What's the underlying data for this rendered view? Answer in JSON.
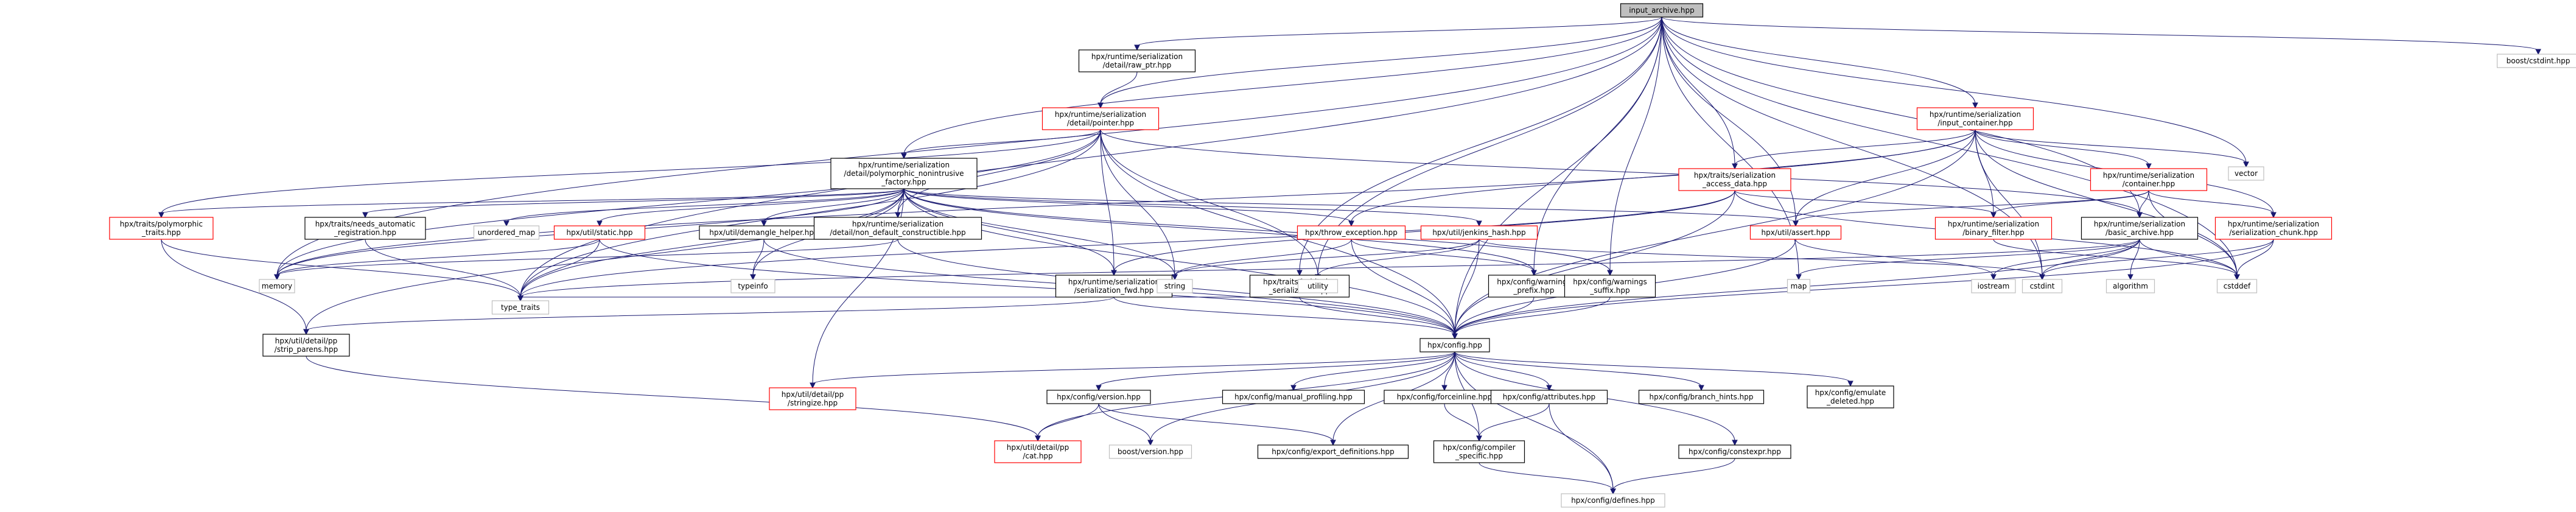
{
  "colors": {
    "edge": "#191970",
    "root_fill": "#bfbfbf",
    "box_stroke_black": "#000000",
    "box_stroke_red": "#ff0000",
    "box_stroke_gray": "#bfbfbf",
    "leaf_text": "#000000"
  },
  "graph": {
    "nodes": [
      {
        "id": "root",
        "lines": [
          "input_archive.hpp"
        ],
        "style": "root"
      },
      {
        "id": "raw_ptr",
        "lines": [
          "hpx/runtime/serialization",
          "/detail/raw_ptr.hpp"
        ],
        "style": "black"
      },
      {
        "id": "pointer",
        "lines": [
          "hpx/runtime/serialization",
          "/detail/pointer.hpp"
        ],
        "style": "red"
      },
      {
        "id": "input_container",
        "lines": [
          "hpx/runtime/serialization",
          "/input_container.hpp"
        ],
        "style": "red"
      },
      {
        "id": "vector",
        "lines": [
          "vector"
        ],
        "style": "gray"
      },
      {
        "id": "boost_cstdint",
        "lines": [
          "boost/cstdint.hpp"
        ],
        "style": "gray"
      },
      {
        "id": "poly_nonintrusive",
        "lines": [
          "hpx/runtime/serialization",
          "/detail/polymorphic_nonintrusive",
          "_factory.hpp"
        ],
        "style": "black"
      },
      {
        "id": "access_data",
        "lines": [
          "hpx/traits/serialization",
          "_access_data.hpp"
        ],
        "style": "red"
      },
      {
        "id": "container",
        "lines": [
          "hpx/runtime/serialization",
          "/container.hpp"
        ],
        "style": "red"
      },
      {
        "id": "poly_traits",
        "lines": [
          "hpx/traits/polymorphic",
          "_traits.hpp"
        ],
        "style": "red"
      },
      {
        "id": "needs_auto_reg",
        "lines": [
          "hpx/traits/needs_automatic",
          "_registration.hpp"
        ],
        "style": "black"
      },
      {
        "id": "unordered_map",
        "lines": [
          "unordered_map"
        ],
        "style": "gray"
      },
      {
        "id": "util_static",
        "lines": [
          "hpx/util/static.hpp"
        ],
        "style": "red"
      },
      {
        "id": "demangle",
        "lines": [
          "hpx/util/demangle_helper.hpp"
        ],
        "style": "black"
      },
      {
        "id": "non_default",
        "lines": [
          "hpx/runtime/serialization",
          "/detail/non_default_constructible.hpp"
        ],
        "style": "black"
      },
      {
        "id": "throw_exception",
        "lines": [
          "hpx/throw_exception.hpp"
        ],
        "style": "red"
      },
      {
        "id": "jenkins_hash",
        "lines": [
          "hpx/util/jenkins_hash.hpp"
        ],
        "style": "red"
      },
      {
        "id": "util_assert",
        "lines": [
          "hpx/util/assert.hpp"
        ],
        "style": "red"
      },
      {
        "id": "binary_filter",
        "lines": [
          "hpx/runtime/serialization",
          "/binary_filter.hpp"
        ],
        "style": "red"
      },
      {
        "id": "basic_archive",
        "lines": [
          "hpx/runtime/serialization",
          "/basic_archive.hpp"
        ],
        "style": "black"
      },
      {
        "id": "serialization_chunk",
        "lines": [
          "hpx/runtime/serialization",
          "/serialization_chunk.hpp"
        ],
        "style": "red"
      },
      {
        "id": "memory",
        "lines": [
          "memory"
        ],
        "style": "gray"
      },
      {
        "id": "typeinfo",
        "lines": [
          "typeinfo"
        ],
        "style": "gray"
      },
      {
        "id": "serialization_fwd",
        "lines": [
          "hpx/runtime/serialization",
          "/serialization_fwd.hpp"
        ],
        "style": "black"
      },
      {
        "id": "string",
        "lines": [
          "string"
        ],
        "style": "gray"
      },
      {
        "id": "is_bitwise",
        "lines": [
          "hpx/traits/is_bitwise",
          "_serializable.hpp"
        ],
        "style": "black"
      },
      {
        "id": "utility",
        "lines": [
          "utility"
        ],
        "style": "gray"
      },
      {
        "id": "warnings_prefix",
        "lines": [
          "hpx/config/warnings",
          "_prefix.hpp"
        ],
        "style": "black"
      },
      {
        "id": "warnings_suffix",
        "lines": [
          "hpx/config/warnings",
          "_suffix.hpp"
        ],
        "style": "black"
      },
      {
        "id": "map",
        "lines": [
          "map"
        ],
        "style": "gray"
      },
      {
        "id": "cstdint",
        "lines": [
          "cstdint"
        ],
        "style": "gray"
      },
      {
        "id": "iostream",
        "lines": [
          "iostream"
        ],
        "style": "gray"
      },
      {
        "id": "algorithm",
        "lines": [
          "algorithm"
        ],
        "style": "gray"
      },
      {
        "id": "cstddef",
        "lines": [
          "cstddef"
        ],
        "style": "gray"
      },
      {
        "id": "type_traits",
        "lines": [
          "type_traits"
        ],
        "style": "gray"
      },
      {
        "id": "strip_parens",
        "lines": [
          "hpx/util/detail/pp",
          "/strip_parens.hpp"
        ],
        "style": "black"
      },
      {
        "id": "config",
        "lines": [
          "hpx/config.hpp"
        ],
        "style": "black"
      },
      {
        "id": "stringize",
        "lines": [
          "hpx/util/detail/pp",
          "/stringize.hpp"
        ],
        "style": "red"
      },
      {
        "id": "config_version",
        "lines": [
          "hpx/config/version.hpp"
        ],
        "style": "black"
      },
      {
        "id": "manual_profiling",
        "lines": [
          "hpx/config/manual_profiling.hpp"
        ],
        "style": "black"
      },
      {
        "id": "forceinline",
        "lines": [
          "hpx/config/forceinline.hpp"
        ],
        "style": "black"
      },
      {
        "id": "attributes",
        "lines": [
          "hpx/config/attributes.hpp"
        ],
        "style": "black"
      },
      {
        "id": "branch_hints",
        "lines": [
          "hpx/config/branch_hints.hpp"
        ],
        "style": "black"
      },
      {
        "id": "emulate_deleted",
        "lines": [
          "hpx/config/emulate",
          "_deleted.hpp"
        ],
        "style": "black"
      },
      {
        "id": "cat",
        "lines": [
          "hpx/util/detail/pp",
          "/cat.hpp"
        ],
        "style": "red"
      },
      {
        "id": "boost_version",
        "lines": [
          "boost/version.hpp"
        ],
        "style": "gray"
      },
      {
        "id": "export_definitions",
        "lines": [
          "hpx/config/export_definitions.hpp"
        ],
        "style": "black"
      },
      {
        "id": "compiler_specific",
        "lines": [
          "hpx/config/compiler",
          "_specific.hpp"
        ],
        "style": "black"
      },
      {
        "id": "constexpr",
        "lines": [
          "hpx/config/constexpr.hpp"
        ],
        "style": "black"
      },
      {
        "id": "defines",
        "lines": [
          "hpx/config/defines.hpp"
        ],
        "style": "gray"
      }
    ],
    "edges": [
      [
        "root",
        "raw_ptr"
      ],
      [
        "root",
        "pointer"
      ],
      [
        "root",
        "input_container"
      ],
      [
        "root",
        "vector"
      ],
      [
        "root",
        "boost_cstdint"
      ],
      [
        "root",
        "poly_nonintrusive"
      ],
      [
        "root",
        "util_assert"
      ],
      [
        "root",
        "basic_archive"
      ],
      [
        "root",
        "memory"
      ],
      [
        "root",
        "type_traits"
      ],
      [
        "root",
        "cstddef"
      ],
      [
        "root",
        "cstdint"
      ],
      [
        "root",
        "config"
      ],
      [
        "root",
        "map"
      ],
      [
        "root",
        "utility"
      ],
      [
        "root",
        "is_bitwise"
      ],
      [
        "root",
        "warnings_prefix"
      ],
      [
        "root",
        "warnings_suffix"
      ],
      [
        "root",
        "access_data"
      ],
      [
        "raw_ptr",
        "pointer"
      ],
      [
        "pointer",
        "poly_nonintrusive"
      ],
      [
        "pointer",
        "poly_traits"
      ],
      [
        "pointer",
        "memory"
      ],
      [
        "pointer",
        "serialization_fwd"
      ],
      [
        "pointer",
        "non_default"
      ],
      [
        "pointer",
        "string"
      ],
      [
        "pointer",
        "utility"
      ],
      [
        "pointer",
        "basic_archive"
      ],
      [
        "pointer",
        "type_traits"
      ],
      [
        "pointer",
        "config"
      ],
      [
        "input_container",
        "access_data"
      ],
      [
        "input_container",
        "container"
      ],
      [
        "input_container",
        "binary_filter"
      ],
      [
        "input_container",
        "util_assert"
      ],
      [
        "input_container",
        "serialization_chunk"
      ],
      [
        "input_container",
        "throw_exception"
      ],
      [
        "input_container",
        "vector"
      ],
      [
        "input_container",
        "cstdint"
      ],
      [
        "input_container",
        "cstddef"
      ],
      [
        "input_container",
        "config"
      ],
      [
        "input_container",
        "memory"
      ],
      [
        "poly_nonintrusive",
        "poly_traits"
      ],
      [
        "poly_nonintrusive",
        "needs_auto_reg"
      ],
      [
        "poly_nonintrusive",
        "unordered_map"
      ],
      [
        "poly_nonintrusive",
        "util_static"
      ],
      [
        "poly_nonintrusive",
        "demangle"
      ],
      [
        "poly_nonintrusive",
        "non_default"
      ],
      [
        "poly_nonintrusive",
        "throw_exception"
      ],
      [
        "poly_nonintrusive",
        "jenkins_hash"
      ],
      [
        "poly_nonintrusive",
        "util_assert"
      ],
      [
        "poly_nonintrusive",
        "memory"
      ],
      [
        "poly_nonintrusive",
        "typeinfo"
      ],
      [
        "poly_nonintrusive",
        "serialization_fwd"
      ],
      [
        "poly_nonintrusive",
        "string"
      ],
      [
        "poly_nonintrusive",
        "type_traits"
      ],
      [
        "poly_nonintrusive",
        "config"
      ],
      [
        "poly_nonintrusive",
        "warnings_prefix"
      ],
      [
        "poly_nonintrusive",
        "warnings_suffix"
      ],
      [
        "poly_nonintrusive",
        "strip_parens"
      ],
      [
        "poly_nonintrusive",
        "stringize"
      ],
      [
        "access_data",
        "binary_filter"
      ],
      [
        "access_data",
        "serialization_fwd"
      ],
      [
        "access_data",
        "type_traits"
      ],
      [
        "access_data",
        "cstddef"
      ],
      [
        "access_data",
        "config"
      ],
      [
        "container",
        "binary_filter"
      ],
      [
        "container",
        "basic_archive"
      ],
      [
        "container",
        "serialization_chunk"
      ],
      [
        "container",
        "util_assert"
      ],
      [
        "container",
        "cstddef"
      ],
      [
        "poly_traits",
        "type_traits"
      ],
      [
        "poly_traits",
        "strip_parens"
      ],
      [
        "needs_auto_reg",
        "type_traits"
      ],
      [
        "util_static",
        "memory"
      ],
      [
        "util_static",
        "type_traits"
      ],
      [
        "util_static",
        "config"
      ],
      [
        "demangle",
        "typeinfo"
      ],
      [
        "demangle",
        "config"
      ],
      [
        "non_default",
        "memory"
      ],
      [
        "non_default",
        "config"
      ],
      [
        "throw_exception",
        "string"
      ],
      [
        "throw_exception",
        "config"
      ],
      [
        "throw_exception",
        "warnings_prefix"
      ],
      [
        "jenkins_hash",
        "string"
      ],
      [
        "jenkins_hash",
        "utility"
      ],
      [
        "jenkins_hash",
        "cstdint"
      ],
      [
        "jenkins_hash",
        "config"
      ],
      [
        "util_assert",
        "iostream"
      ],
      [
        "util_assert",
        "config"
      ],
      [
        "binary_filter",
        "cstddef"
      ],
      [
        "basic_archive",
        "map"
      ],
      [
        "basic_archive",
        "cstdint"
      ],
      [
        "basic_archive",
        "algorithm"
      ],
      [
        "basic_archive",
        "iostream"
      ],
      [
        "basic_archive",
        "config"
      ],
      [
        "basic_archive",
        "cstddef"
      ],
      [
        "basic_archive",
        "type_traits"
      ],
      [
        "serialization_chunk",
        "cstdint"
      ],
      [
        "serialization_chunk",
        "cstddef"
      ],
      [
        "serialization_chunk",
        "config"
      ],
      [
        "serialization_fwd",
        "type_traits"
      ],
      [
        "serialization_fwd",
        "strip_parens"
      ],
      [
        "serialization_fwd",
        "config"
      ],
      [
        "is_bitwise",
        "type_traits"
      ],
      [
        "is_bitwise",
        "config"
      ],
      [
        "warnings_prefix",
        "config"
      ],
      [
        "warnings_suffix",
        "config"
      ],
      [
        "strip_parens",
        "cat"
      ],
      [
        "config",
        "stringize"
      ],
      [
        "config",
        "config_version"
      ],
      [
        "config",
        "manual_profiling"
      ],
      [
        "config",
        "forceinline"
      ],
      [
        "config",
        "attributes"
      ],
      [
        "config",
        "branch_hints"
      ],
      [
        "config",
        "emulate_deleted"
      ],
      [
        "config",
        "cat"
      ],
      [
        "config",
        "boost_version"
      ],
      [
        "config",
        "export_definitions"
      ],
      [
        "config",
        "compiler_specific"
      ],
      [
        "config",
        "constexpr"
      ],
      [
        "config",
        "defines"
      ],
      [
        "config_version",
        "cat"
      ],
      [
        "config_version",
        "boost_version"
      ],
      [
        "config_version",
        "export_definitions"
      ],
      [
        "forceinline",
        "compiler_specific"
      ],
      [
        "attributes",
        "compiler_specific"
      ],
      [
        "attributes",
        "defines"
      ],
      [
        "compiler_specific",
        "defines"
      ],
      [
        "constexpr",
        "defines"
      ]
    ]
  }
}
